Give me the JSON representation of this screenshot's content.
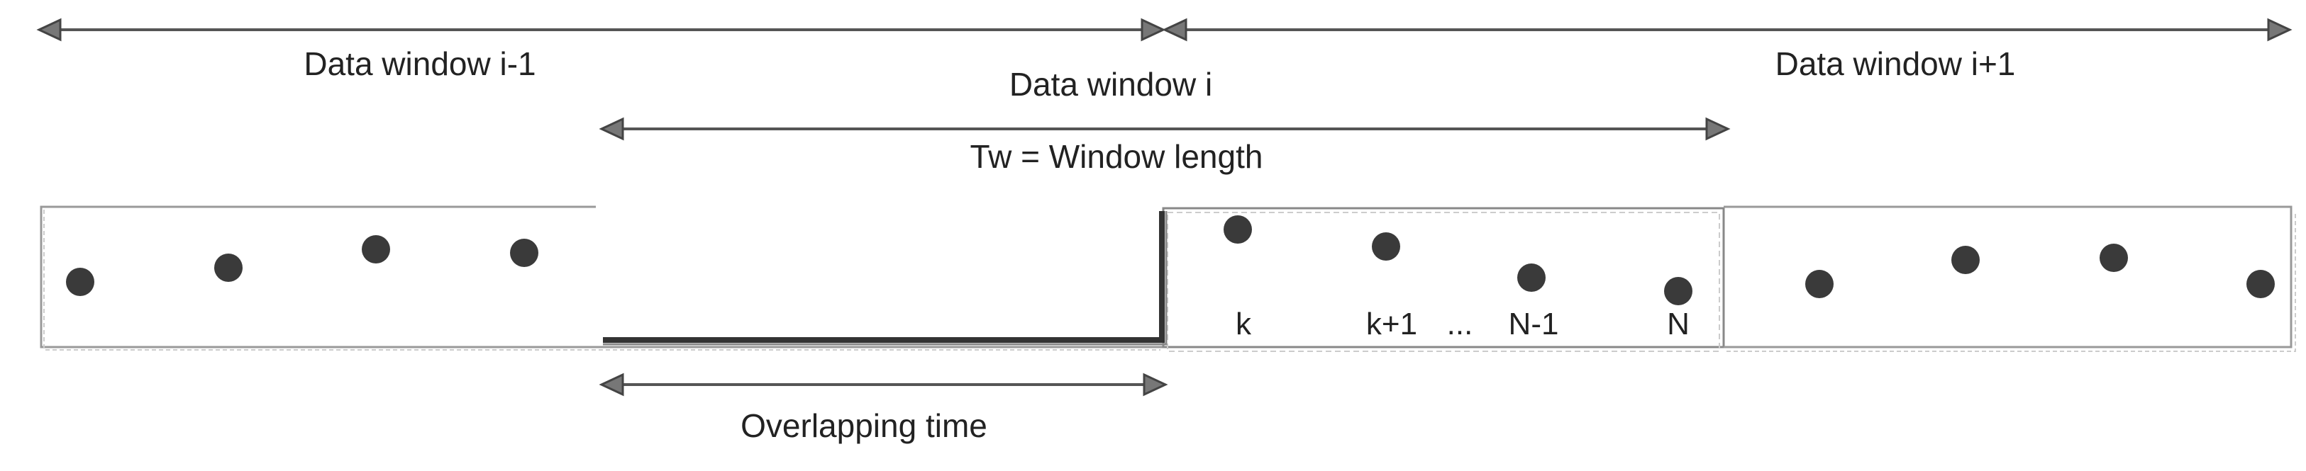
{
  "labels": {
    "window_prev": "Data window i-1",
    "window_cur": "Data window i",
    "window_next": "Data window i+1",
    "window_length": "Tw = Window length",
    "overlap": "Overlapping time"
  },
  "sample_labels": [
    "k",
    "k+1",
    "...",
    "N-1",
    "N"
  ],
  "colors": {
    "line": "#555555",
    "dot": "#3a3a3a",
    "text": "#222222",
    "box_border": "#999999"
  }
}
